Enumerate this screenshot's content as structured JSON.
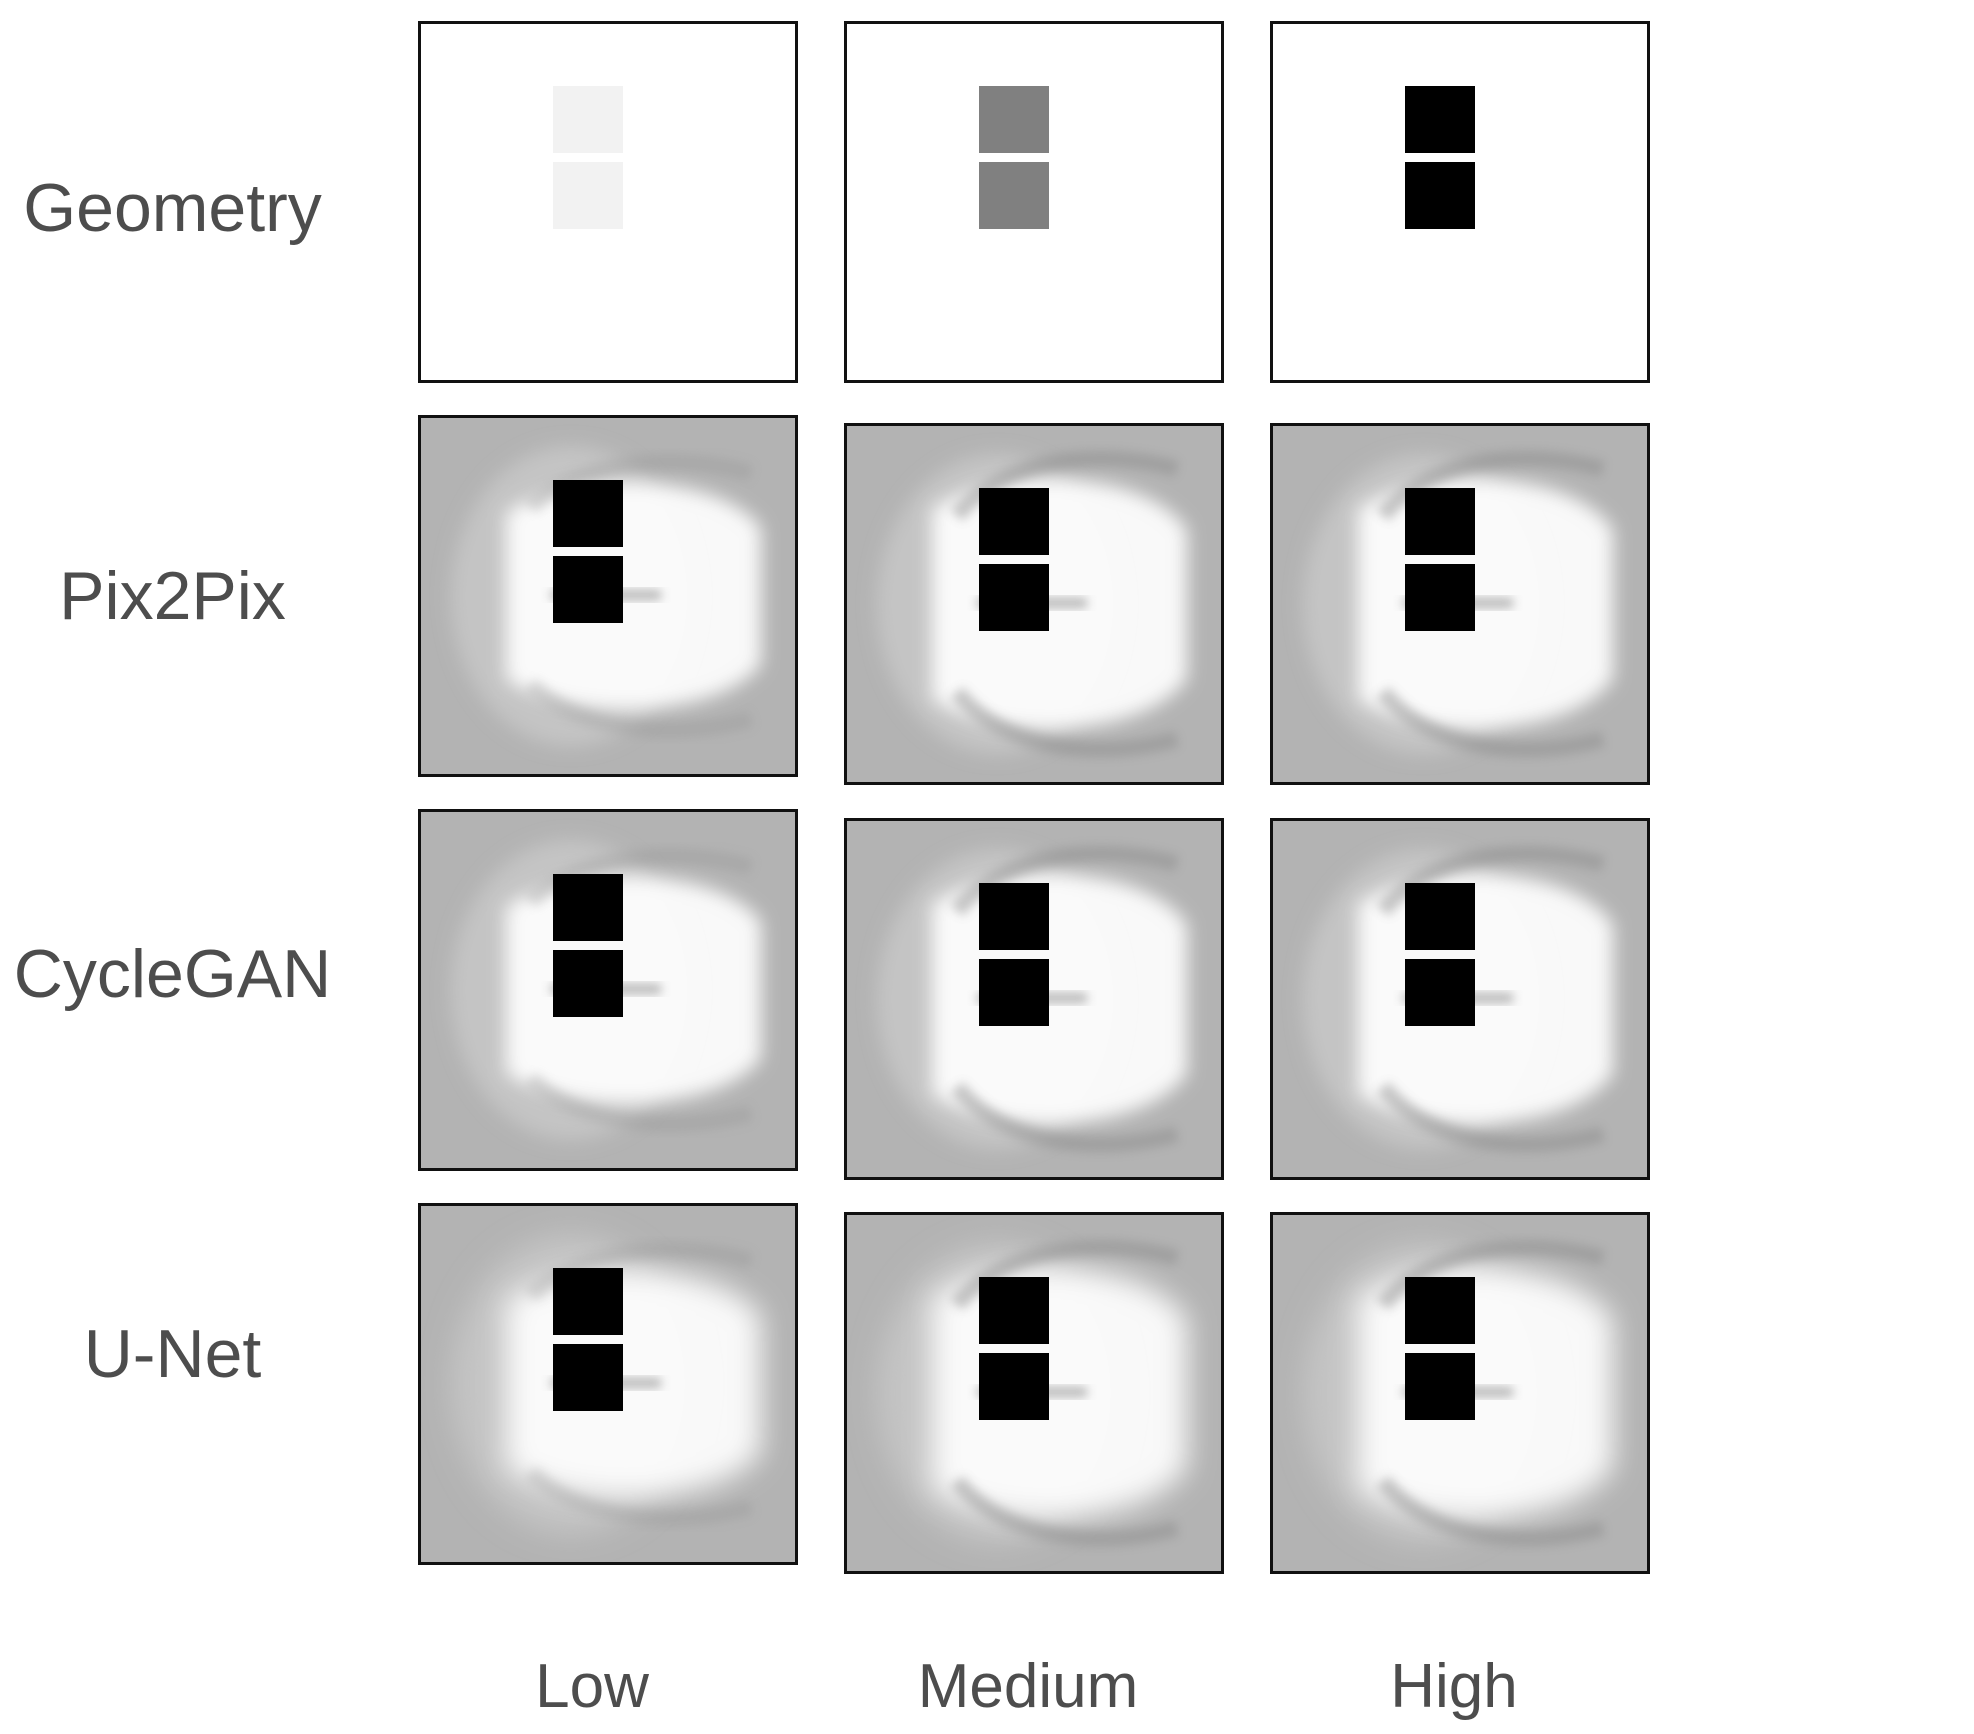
{
  "rows": [
    {
      "label": "Geometry",
      "kind": "geometry"
    },
    {
      "label": "Pix2Pix",
      "kind": "field"
    },
    {
      "label": "CycleGAN",
      "kind": "field"
    },
    {
      "label": "U-Net",
      "kind": "field"
    }
  ],
  "columns": [
    {
      "label": "Low",
      "obstacle_fill": "#f2f2f2"
    },
    {
      "label": "Medium",
      "obstacle_fill": "#808080"
    },
    {
      "label": "High",
      "obstacle_fill": "#000000"
    }
  ],
  "colors": {
    "text": "#4d4d4d",
    "panel_border": "#111111",
    "field_background": "#b3b3b3",
    "wake_highlight": "#ffffff",
    "obstacle": "#000000"
  }
}
